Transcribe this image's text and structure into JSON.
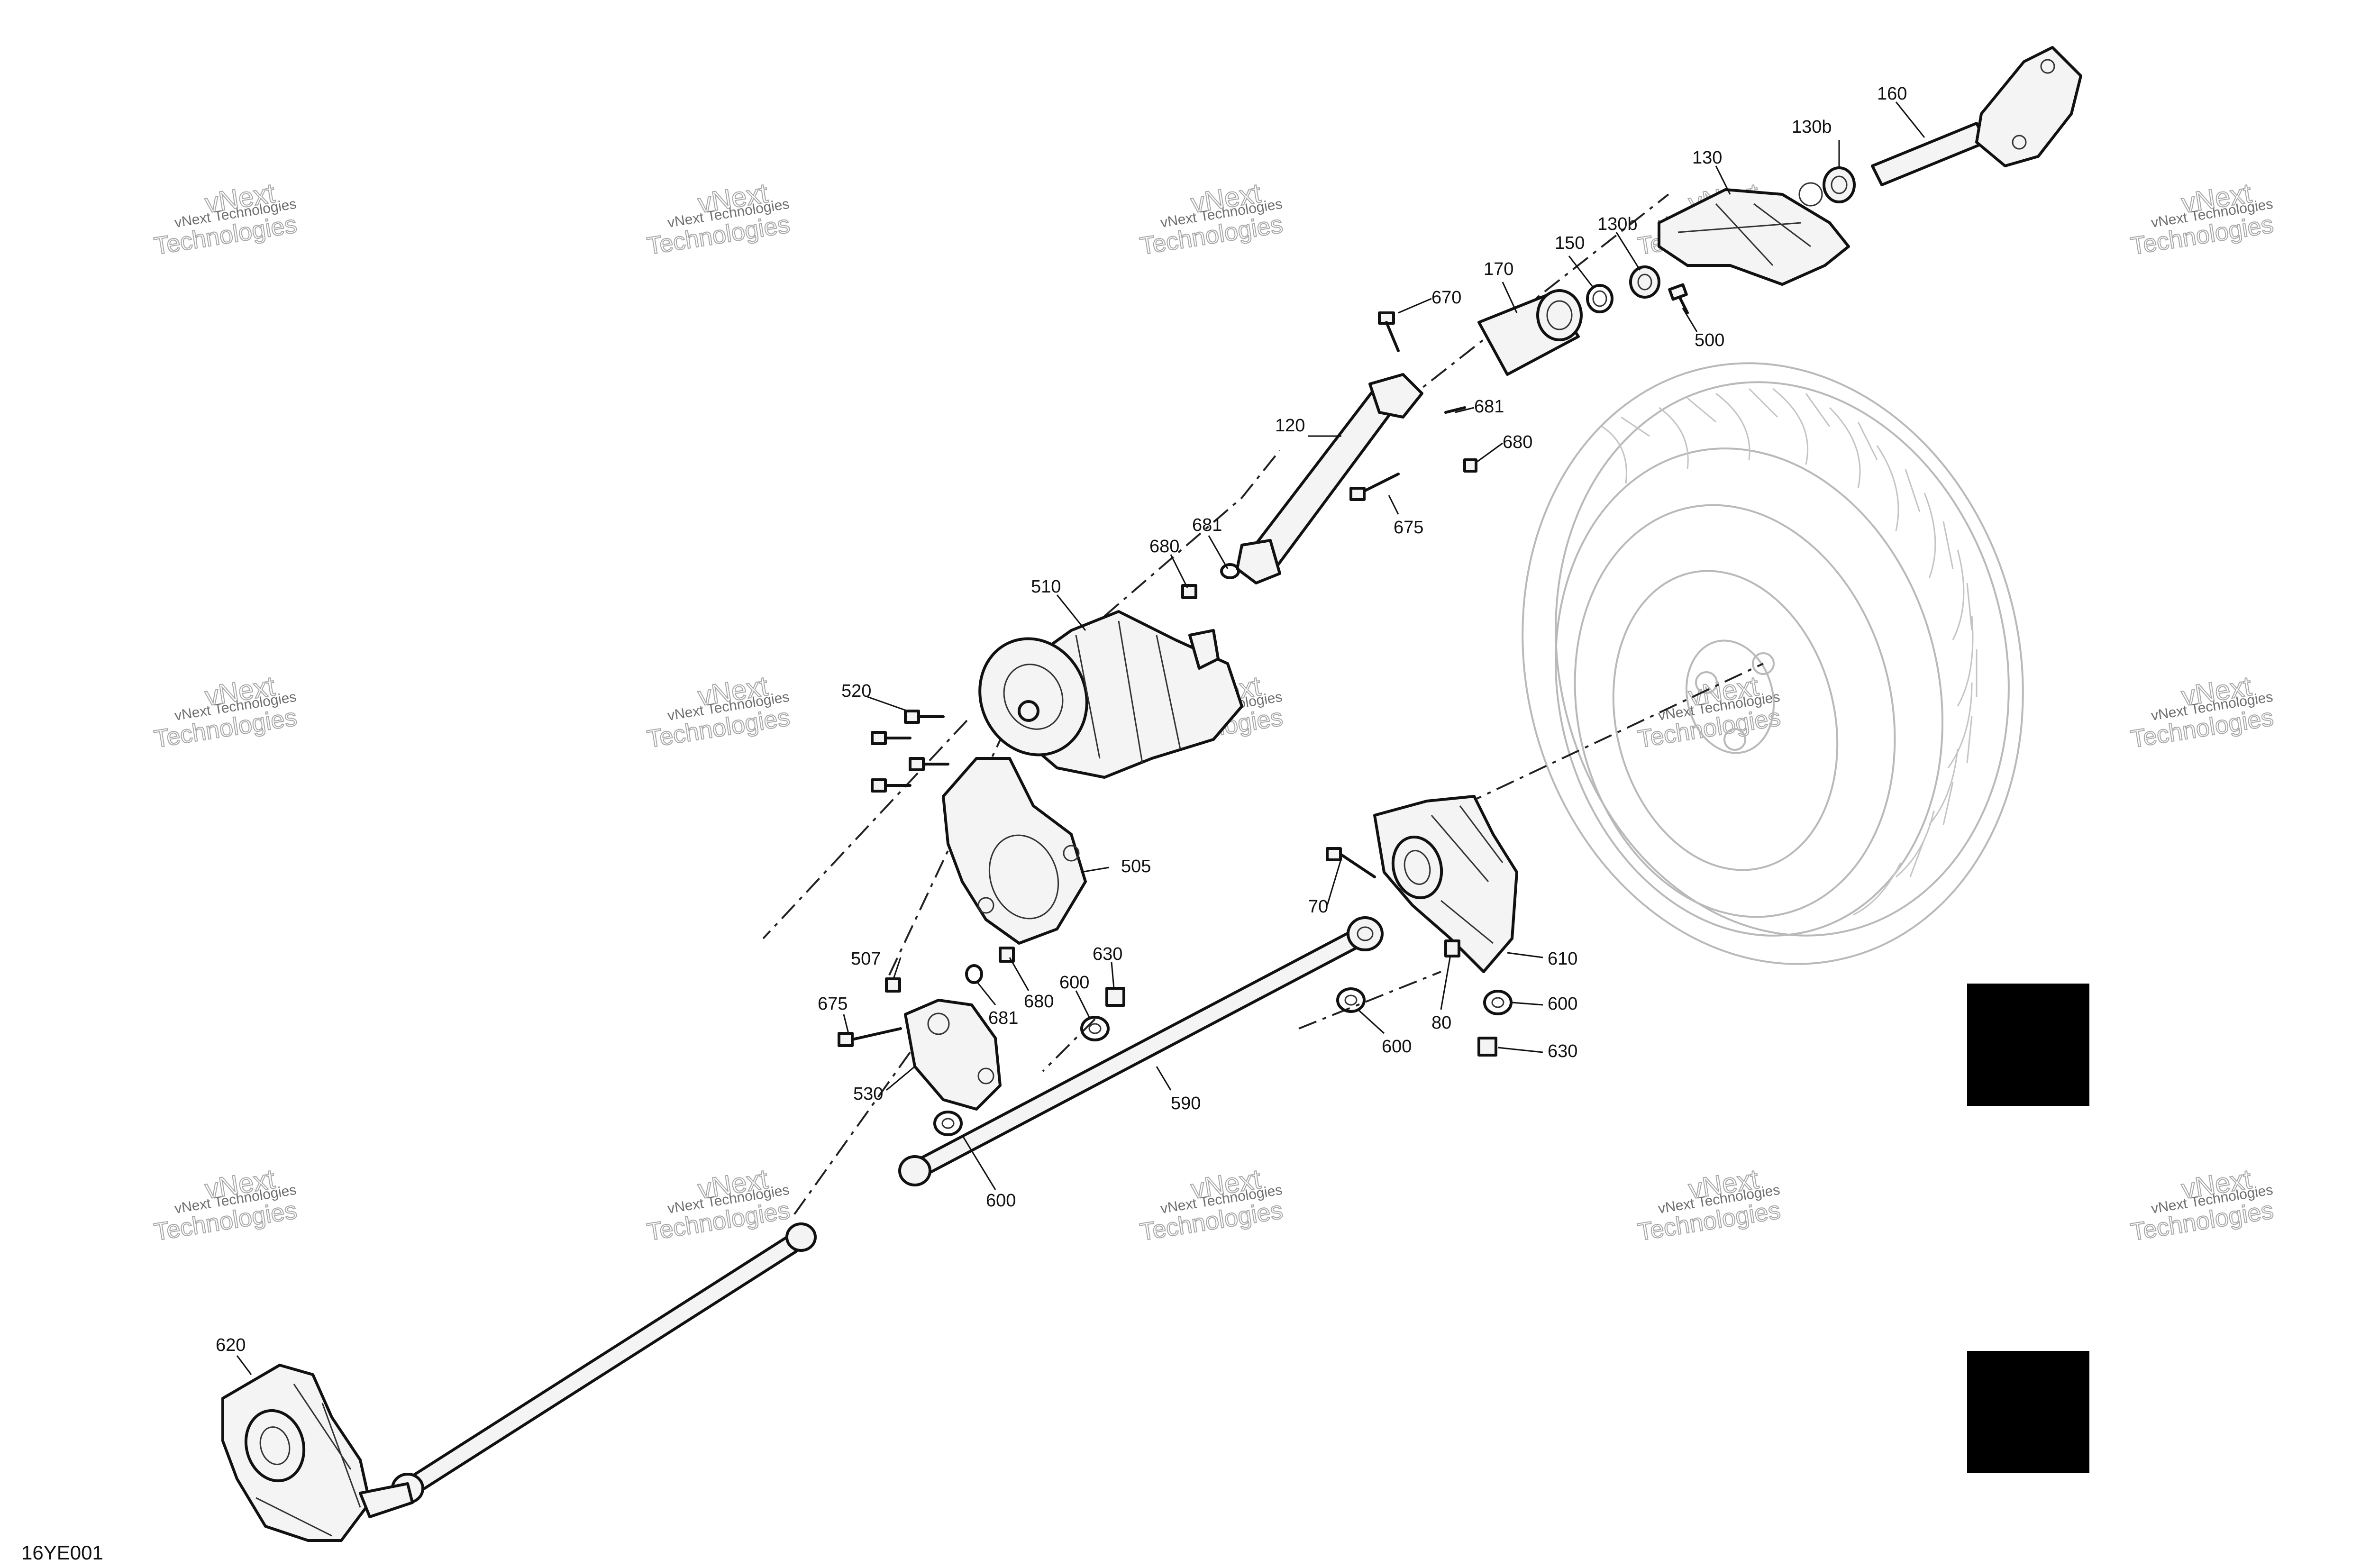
{
  "diagram_code": "16YE001",
  "watermark": {
    "line1": "vNext Technologies",
    "line2": "vNext",
    "line3": "Technologies"
  },
  "callouts": [
    {
      "id": "c160",
      "text": "160"
    },
    {
      "id": "c130b_a",
      "text": "130b"
    },
    {
      "id": "c130",
      "text": "130"
    },
    {
      "id": "c130b_b",
      "text": "130b"
    },
    {
      "id": "c150",
      "text": "150"
    },
    {
      "id": "c170",
      "text": "170"
    },
    {
      "id": "c500",
      "text": "500"
    },
    {
      "id": "c670",
      "text": "670"
    },
    {
      "id": "c681_a",
      "text": "681"
    },
    {
      "id": "c680_a",
      "text": "680"
    },
    {
      "id": "c120",
      "text": "120"
    },
    {
      "id": "c675_a",
      "text": "675"
    },
    {
      "id": "c681_b",
      "text": "681"
    },
    {
      "id": "c680_b",
      "text": "680"
    },
    {
      "id": "c510",
      "text": "510"
    },
    {
      "id": "c520",
      "text": "520"
    },
    {
      "id": "c505",
      "text": "505"
    },
    {
      "id": "c70",
      "text": "70"
    },
    {
      "id": "c610",
      "text": "610"
    },
    {
      "id": "c507",
      "text": "507"
    },
    {
      "id": "c630_a",
      "text": "630"
    },
    {
      "id": "c600_a",
      "text": "600"
    },
    {
      "id": "c680_c",
      "text": "680"
    },
    {
      "id": "c681_c",
      "text": "681"
    },
    {
      "id": "c675_b",
      "text": "675"
    },
    {
      "id": "c530",
      "text": "530"
    },
    {
      "id": "c600_b",
      "text": "600"
    },
    {
      "id": "c80",
      "text": "80"
    },
    {
      "id": "c600_c",
      "text": "600"
    },
    {
      "id": "c630_b",
      "text": "630"
    },
    {
      "id": "c590",
      "text": "590"
    },
    {
      "id": "c600_d",
      "text": "600"
    },
    {
      "id": "c620",
      "text": "620"
    }
  ]
}
